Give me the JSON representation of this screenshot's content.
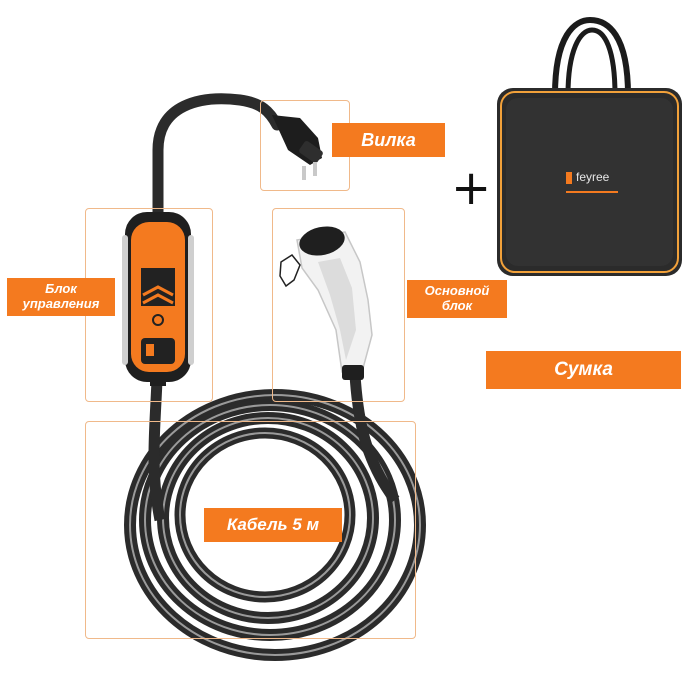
{
  "labels": {
    "plug": "Вилка",
    "control_box": "Блок\nуправления",
    "main_unit": "Основной\nблок",
    "cable": "Кабель 5 м",
    "bag": "Сумка"
  },
  "plus_sign": "+",
  "bag_brand": "feyree",
  "colors": {
    "accent_orange": "#f47a1f",
    "frame_orange": "#f0b98a",
    "cable_dark": "#2b2b2b",
    "connector_white": "#f2f2f2"
  }
}
